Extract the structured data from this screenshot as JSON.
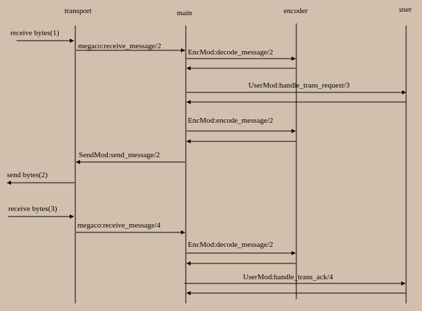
{
  "colors": {
    "background": "#d2bfad",
    "ink": "#000000"
  },
  "participants": [
    {
      "id": "transport",
      "label": "transport"
    },
    {
      "id": "main",
      "label": "main"
    },
    {
      "id": "encoder",
      "label": "encoder"
    },
    {
      "id": "user",
      "label": "user"
    }
  ],
  "messages": [
    {
      "from": "external-left",
      "to": "transport",
      "label": "receive bytes(1)"
    },
    {
      "from": "transport",
      "to": "main",
      "label": "megaco:receive_message/2"
    },
    {
      "from": "main",
      "to": "encoder",
      "label": "EncMod:decode_message/2"
    },
    {
      "from": "encoder",
      "to": "main",
      "label": ""
    },
    {
      "from": "main",
      "to": "user",
      "label": "UserMod:handle_trans_request/3"
    },
    {
      "from": "user",
      "to": "main",
      "label": ""
    },
    {
      "from": "main",
      "to": "encoder",
      "label": "EncMod:encode_message/2"
    },
    {
      "from": "encoder",
      "to": "main",
      "label": ""
    },
    {
      "from": "main",
      "to": "transport",
      "label": "SendMod:send_message/2"
    },
    {
      "from": "transport",
      "to": "external-left",
      "label": "send bytes(2)"
    },
    {
      "from": "external-left",
      "to": "transport",
      "label": "receive bytes(3)"
    },
    {
      "from": "transport",
      "to": "main",
      "label": "megaco:receive_message/4"
    },
    {
      "from": "main",
      "to": "encoder",
      "label": "EncMod:decode_message/2"
    },
    {
      "from": "encoder",
      "to": "main",
      "label": ""
    },
    {
      "from": "main",
      "to": "user",
      "label": "UserMod:handle_trans_ack/4"
    },
    {
      "from": "user",
      "to": "main",
      "label": ""
    }
  ]
}
